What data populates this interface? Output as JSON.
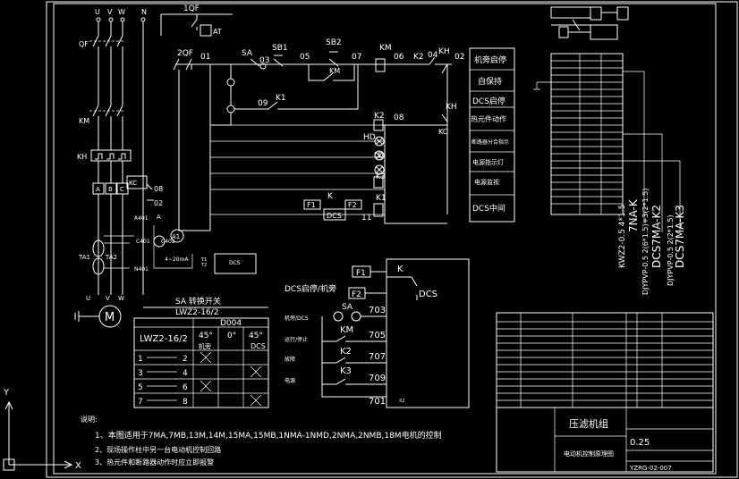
{
  "phase_labels": [
    "U",
    "V",
    "W",
    "N"
  ],
  "main_circuit": {
    "breaker1": "1QF",
    "breaker2": "2QF",
    "at": "AT",
    "qf": "QF",
    "km": "KM",
    "kh": "KH",
    "a_label": "A",
    "b_label": "B",
    "c_label": "C",
    "kc": "KC",
    "n08": "08",
    "n02": "02",
    "a401": "A401",
    "ta1": "TA1",
    "ta2": "TA2",
    "c401": "C401",
    "n401": "N401",
    "c402": "C402",
    "a1": "A1",
    "meter_range": "4~20mA",
    "dcs_box": "DCS",
    "t1": "T1",
    "t2": "T2",
    "motor": "M",
    "u": "U",
    "v": "V",
    "w": "W"
  },
  "control": {
    "sa": "SA",
    "sb1": "SB1",
    "sb2": "SB2",
    "km": "KM",
    "k2": "K2",
    "kh": "KH",
    "k1": "K1",
    "kc": "KC",
    "hd": "HD",
    "ld": "LD",
    "k3": "K3",
    "k": "K",
    "f1": "F1",
    "f2": "F2",
    "dcs": "DCS",
    "nodes": [
      "01",
      "03",
      "05",
      "07",
      "06",
      "04",
      "02",
      "09",
      "08",
      "11"
    ]
  },
  "legend": [
    "机旁启停",
    "自保持",
    "DCS启停",
    "热元件动作",
    "断路器分合指示",
    "电源指示灯",
    "电源监视",
    "DCS中间"
  ],
  "switch_table": {
    "title": "SA 转换开关",
    "model": "LWZ2-16/2",
    "code": "D004",
    "angles": [
      "45°",
      "0°",
      "45°"
    ],
    "mode_labels": [
      "机旁",
      "",
      "DCS"
    ],
    "rows": [
      "1",
      "2",
      "3",
      "4",
      "5",
      "6",
      "7",
      "8"
    ]
  },
  "dcs_panel": {
    "title": "DCS启停/机旁",
    "f1": "F1",
    "f2": "F2",
    "k": "K",
    "dcs": "DCS",
    "sa": "SA",
    "km": "KM",
    "k2": "K2",
    "k3": "K3",
    "terminals": [
      "703",
      "705",
      "707",
      "709",
      "701"
    ],
    "row_labels": [
      "机旁/DCS",
      "运行/停止",
      "故障",
      "电源"
    ],
    "x2": "X2"
  },
  "cables": [
    "KWZ2-0.5 4*1.5",
    "DJYPVP-0.5 2(6*1.5)+3(2*1.5)",
    "DJYPVP-0.5 2(2*1.5)"
  ],
  "cable_tags": [
    "7NA-K",
    "DCS7MA-K2",
    "DCS7MA-K3"
  ],
  "notes": {
    "heading": "说明:",
    "items": [
      "1、本图适用于7MA,7MB,13M,14M,15MA,15MB,1NMA-1NMD,2NMA,2NMB,18M电机的控制",
      "2、现场操作柱中另一台电动机控制回路",
      "3、热元件和断路器动作时应立即报警"
    ]
  },
  "title_block": {
    "main": "压滤机组",
    "sub": "电动机控制原理图",
    "scale": "0.25",
    "drawing_no": "YZRG-02-007"
  },
  "axes": {
    "y": "Y",
    "x": "X"
  }
}
